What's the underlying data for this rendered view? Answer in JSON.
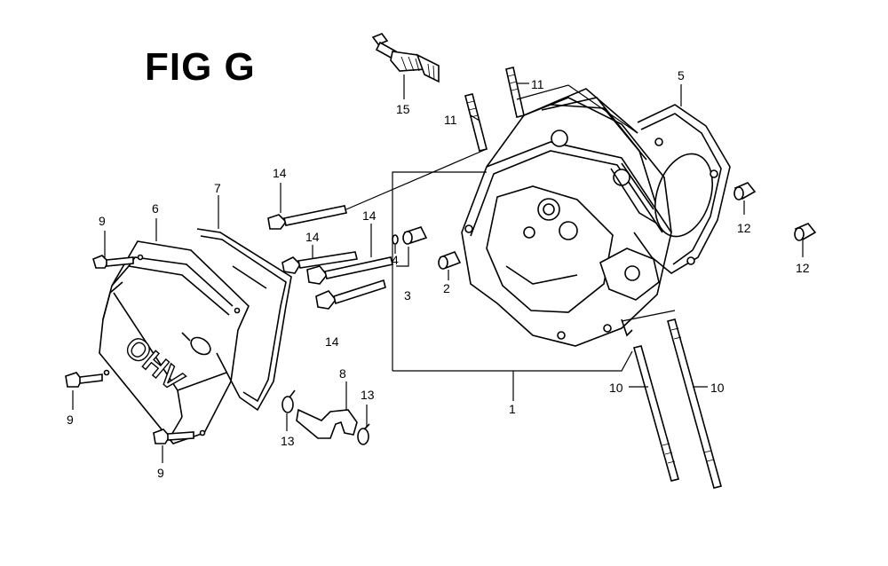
{
  "figure": {
    "title": "FIG G"
  },
  "callouts": [
    {
      "id": "c1",
      "text": "1"
    },
    {
      "id": "c2",
      "text": "2"
    },
    {
      "id": "c3",
      "text": "3"
    },
    {
      "id": "c4",
      "text": "4"
    },
    {
      "id": "c5",
      "text": "5"
    },
    {
      "id": "c6",
      "text": "6"
    },
    {
      "id": "c7",
      "text": "7"
    },
    {
      "id": "c8",
      "text": "8"
    },
    {
      "id": "c9a",
      "text": "9"
    },
    {
      "id": "c9b",
      "text": "9"
    },
    {
      "id": "c9c",
      "text": "9"
    },
    {
      "id": "c10a",
      "text": "10"
    },
    {
      "id": "c10b",
      "text": "10"
    },
    {
      "id": "c11a",
      "text": "11"
    },
    {
      "id": "c11b",
      "text": "11"
    },
    {
      "id": "c12a",
      "text": "12"
    },
    {
      "id": "c12b",
      "text": "12"
    },
    {
      "id": "c13a",
      "text": "13"
    },
    {
      "id": "c13b",
      "text": "13"
    },
    {
      "id": "c14a",
      "text": "14"
    },
    {
      "id": "c14b",
      "text": "14"
    },
    {
      "id": "c14c",
      "text": "14"
    },
    {
      "id": "c14d",
      "text": "14"
    },
    {
      "id": "c15",
      "text": "15"
    }
  ],
  "cover_lettering": "OHV"
}
